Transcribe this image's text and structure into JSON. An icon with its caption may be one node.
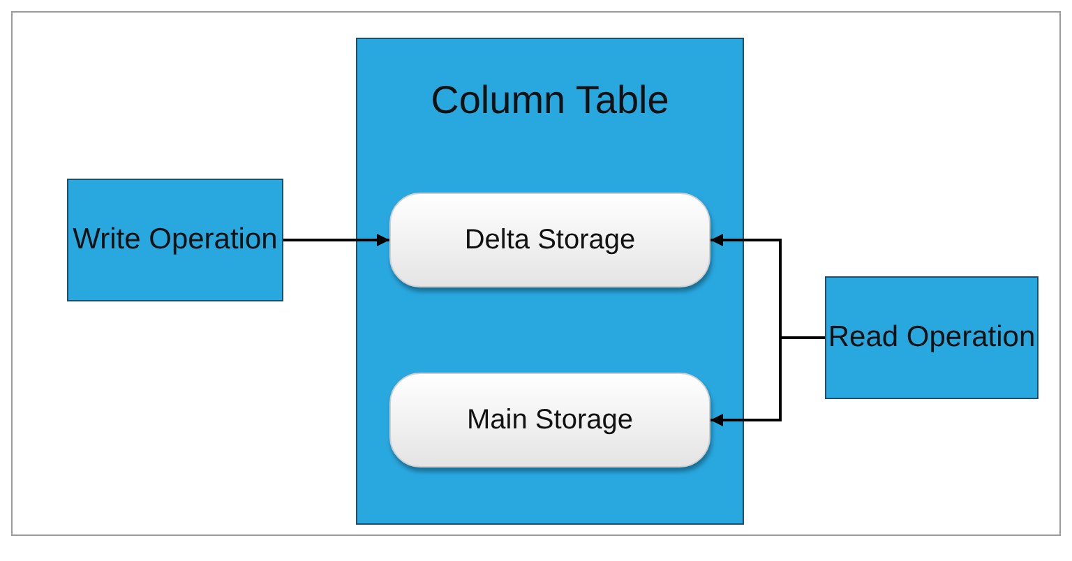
{
  "diagram": {
    "nodes": [
      {
        "text": [
          "Column Table"
        ]
      },
      {
        "text": [
          "Delta Storage"
        ],
        "in": 0
      },
      {
        "text": [
          "Main Storage"
        ],
        "in": 0
      },
      {
        "text": [
          "Write Operation"
        ]
      },
      {
        "text": [
          "Read Operation"
        ]
      }
    ],
    "edges": [
      {
        "from": 3,
        "to": 1,
        "arrow": "to"
      },
      {
        "from": 4,
        "to": 1,
        "arrow": "to"
      },
      {
        "from": 4,
        "to": 2,
        "arrow": "to"
      }
    ]
  }
}
